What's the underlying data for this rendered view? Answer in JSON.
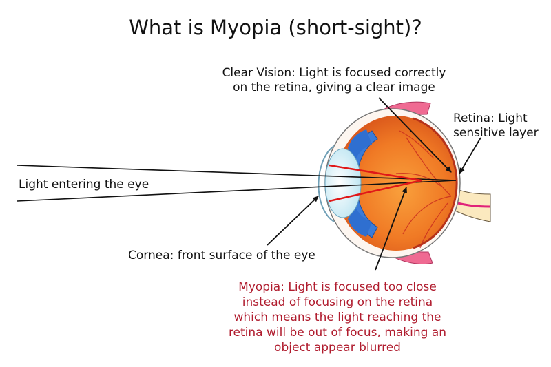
{
  "title": "What is Myopia (short-sight)?",
  "labels": {
    "clear_vision": [
      "Clear Vision: Light is focused correctly",
      "on the retina, giving a clear image"
    ],
    "retina": [
      "Retina: Light",
      "sensitive layer"
    ],
    "light_entering": "Light entering the eye",
    "cornea": "Cornea: front surface of the eye",
    "myopia": [
      "Myopia: Light is focused too close",
      "instead of focusing on the retina",
      "which means the light reaching the",
      "retina will be out of focus, making an",
      "object appear blurred"
    ]
  },
  "colors": {
    "myopia_text": "#b01c2e",
    "focus_rays": "#e01818",
    "iris": "#2f6fd0",
    "eyeball": "#ee6a1e",
    "muscle": "#e85a8a"
  }
}
